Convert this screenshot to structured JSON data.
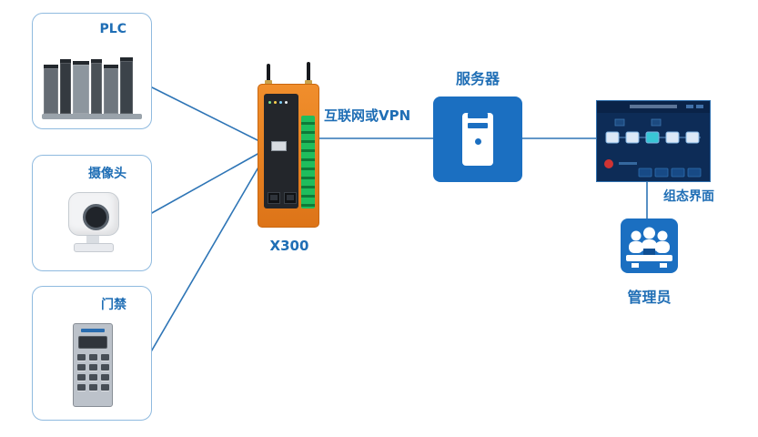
{
  "nodes": {
    "plc": {
      "label": "PLC"
    },
    "camera": {
      "label": "摄像头"
    },
    "access": {
      "label": "门禁"
    },
    "gateway": {
      "label": "X300"
    },
    "server": {
      "label": "服务器"
    },
    "scada": {
      "label": "组态界面"
    },
    "admin": {
      "label": "管理员"
    }
  },
  "edges": {
    "wan": {
      "label": "互联网或VPN"
    }
  },
  "icons": {
    "gateway": "industrial-gateway-device",
    "server": "server-tower-icon",
    "scada": "scada-dashboard-screen",
    "admin": "people-meeting-icon",
    "plc": "plc-rack-image",
    "camera": "ptz-camera-image",
    "access": "keypad-access-control-image"
  },
  "colors": {
    "accent_text": "#1F6EB5",
    "connector": "#2E75B6",
    "box_border": "#8FBADF",
    "icon_blue": "#1B6FC1",
    "gateway_orange": "#E6801F",
    "screen_bg": "#0D2C57"
  }
}
